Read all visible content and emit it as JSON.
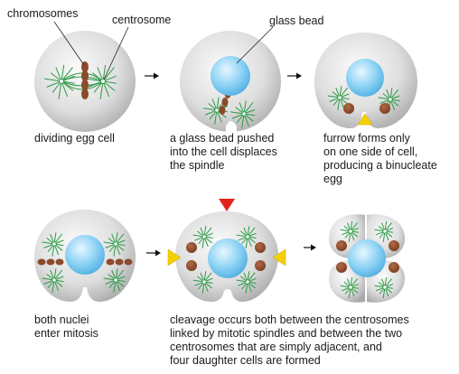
{
  "labels": {
    "chromosomes": "chromosomes",
    "centrosome": "centrosome",
    "glass_bead": "glass bead"
  },
  "captions": {
    "panel1": "dividing egg cell",
    "panel2": "a glass bead pushed\ninto the cell displaces\nthe spindle",
    "panel3": "furrow forms only\non one side of cell,\nproducing a binucleate\negg",
    "panel4": "both nuclei\nenter mitosis",
    "panel5": "cleavage occurs both between the centrosomes\nlinked by mitotic spindles and between the two\ncentrosomes that are simply adjacent, and\nfour daughter cells are formed"
  },
  "colors": {
    "cell": "#d6d6d6",
    "bead": "#8ed0f2",
    "spindle": "#2a9a45",
    "chromosome": "#8b4a2c",
    "arrow_red": "#e0241b",
    "arrow_yellow": "#f5d000"
  }
}
